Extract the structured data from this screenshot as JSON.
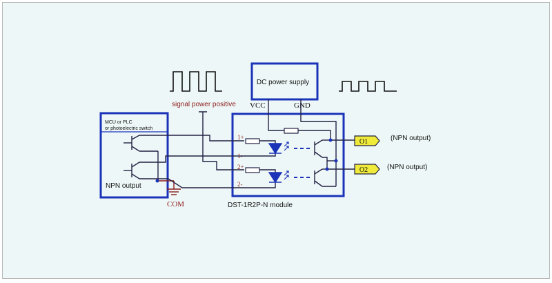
{
  "power_supply": {
    "label": "DC power supply",
    "vcc_label": "VCC",
    "gnd_label": "GND"
  },
  "controller": {
    "label_line1": "MCU or PLC",
    "label_line2": "or photoelectric switch",
    "output_label": "NPN output"
  },
  "signal_label": "signal power positive",
  "com_label": "COM",
  "module": {
    "name": "DST-1R2P-N module",
    "pins": [
      "1+",
      "1-",
      "2+",
      "2-"
    ]
  },
  "outputs": [
    {
      "tag": "O1",
      "type": "(NPN output)"
    },
    {
      "tag": "O2",
      "type": "(NPN output)"
    }
  ],
  "colors": {
    "box": "#1a33b8",
    "wire": "#222244",
    "led": "#1a33b8",
    "accent_text": "#8b1a1a",
    "output_tag_fill": "#f0ea3a",
    "background": "#eef7f7"
  }
}
